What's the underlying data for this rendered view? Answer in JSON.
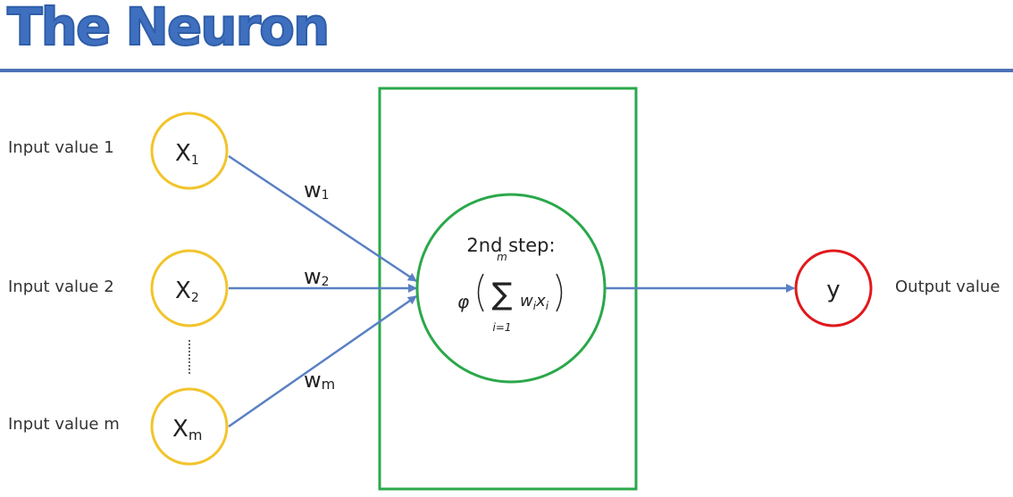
{
  "title": "The Neuron",
  "inputs": [
    {
      "label": "Input value 1",
      "symbol": "X",
      "sub": "1"
    },
    {
      "label": "Input value 2",
      "symbol": "X",
      "sub": "2"
    },
    {
      "label": "Input value m",
      "symbol": "X",
      "sub": "m"
    }
  ],
  "weights": [
    {
      "symbol": "w",
      "sub": "1"
    },
    {
      "symbol": "w",
      "sub": "2"
    },
    {
      "symbol": "w",
      "sub": "m"
    }
  ],
  "neuron": {
    "step_label": "2nd step:",
    "formula": {
      "phi": "φ",
      "sigma": "∑",
      "upper": "m",
      "lower": "i=1",
      "term_w": "w",
      "term_w_sub": "i",
      "term_x": "x",
      "term_x_sub": "i"
    }
  },
  "output": {
    "symbol": "y",
    "label": "Output value"
  },
  "colors": {
    "title": "#3f6fbf",
    "rule": "#4c72b8",
    "input_circle": "#f2c42b",
    "output_circle": "#e0191c",
    "neuron_circle": "#2aa84a",
    "box": "#2aa84a",
    "arrow": "#5a80c4"
  }
}
